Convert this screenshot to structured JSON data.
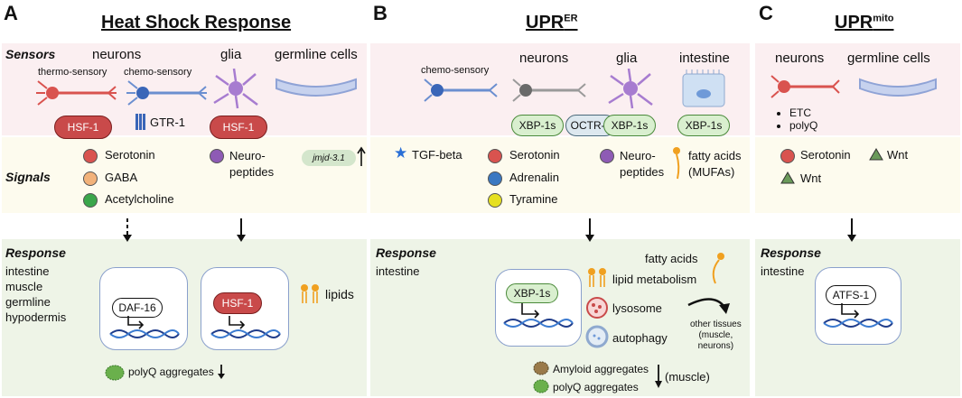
{
  "panels": {
    "a": {
      "letter": "A",
      "title": "Heat Shock Response",
      "sensors_header": "Sensors",
      "signals_header": "Signals",
      "response_header": "Response",
      "neurons": "neurons",
      "thermo": "thermo-sensory",
      "chemo": "chemo-sensory",
      "glia": "glia",
      "germline": "germline cells",
      "hsf1": "HSF-1",
      "gtr1": "GTR-1",
      "hsf1_glia": "HSF-1",
      "signals": [
        "Serotonin",
        "GABA",
        "Acetylcholine"
      ],
      "neuropeptides": "Neuro-\npeptides",
      "jmjd": "jmjd-3.1",
      "tissues": [
        "intestine",
        "muscle",
        "germline",
        "hypodermis"
      ],
      "daf16": "DAF-16",
      "hsf1_resp": "HSF-1",
      "lipids": "lipids",
      "polyq": "polyQ aggregates"
    },
    "b": {
      "letter": "B",
      "title": "UPR",
      "title_sup": "ER",
      "chemo": "chemo-sensory",
      "neurons": "neurons",
      "glia": "glia",
      "intestine": "intestine",
      "xbp1_neurons": "XBP-1s",
      "octr1": "OCTR-1",
      "xbp1_glia": "XBP-1s",
      "xbp1_int": "XBP-1s",
      "tgf": "TGF-beta",
      "signals": [
        "Serotonin",
        "Adrenalin",
        "Tyramine"
      ],
      "neuropeptides": "Neuro-\npeptides",
      "fatty_signal": "fatty acids\n(MUFAs)",
      "response_header": "Response",
      "tissue": "intestine",
      "fatty_acids": "fatty acids",
      "xbp1_resp": "XBP-1s",
      "lipid_metabolism": "lipid metabolism",
      "lysosome": "lysosome",
      "autophagy": "autophagy",
      "other_tissues": "other tissues\n(muscle,\nneurons)",
      "amyloid": "Amyloid aggregates",
      "polyq": "polyQ aggregates",
      "muscle": "(muscle)"
    },
    "c": {
      "letter": "C",
      "title": "UPR",
      "title_sup": "mito",
      "neurons": "neurons",
      "germline": "germline cells",
      "bullets": [
        "ETC",
        "polyQ"
      ],
      "serotonin": "Serotonin",
      "wnt1": "Wnt",
      "wnt2": "Wnt",
      "response_header": "Response",
      "tissue": "intestine",
      "atfs1": "ATFS-1"
    }
  },
  "colors": {
    "serotonin": "#d9534f",
    "gaba": "#f2b27a",
    "acetylcholine": "#3aa64a",
    "neuropeptides": "#8e5bb5",
    "adrenalin": "#3a78c2",
    "tyramine": "#e6e020",
    "tgf": "#2a6fd6",
    "wnt": "#6a9a5a",
    "lipid": "#f0a020"
  }
}
